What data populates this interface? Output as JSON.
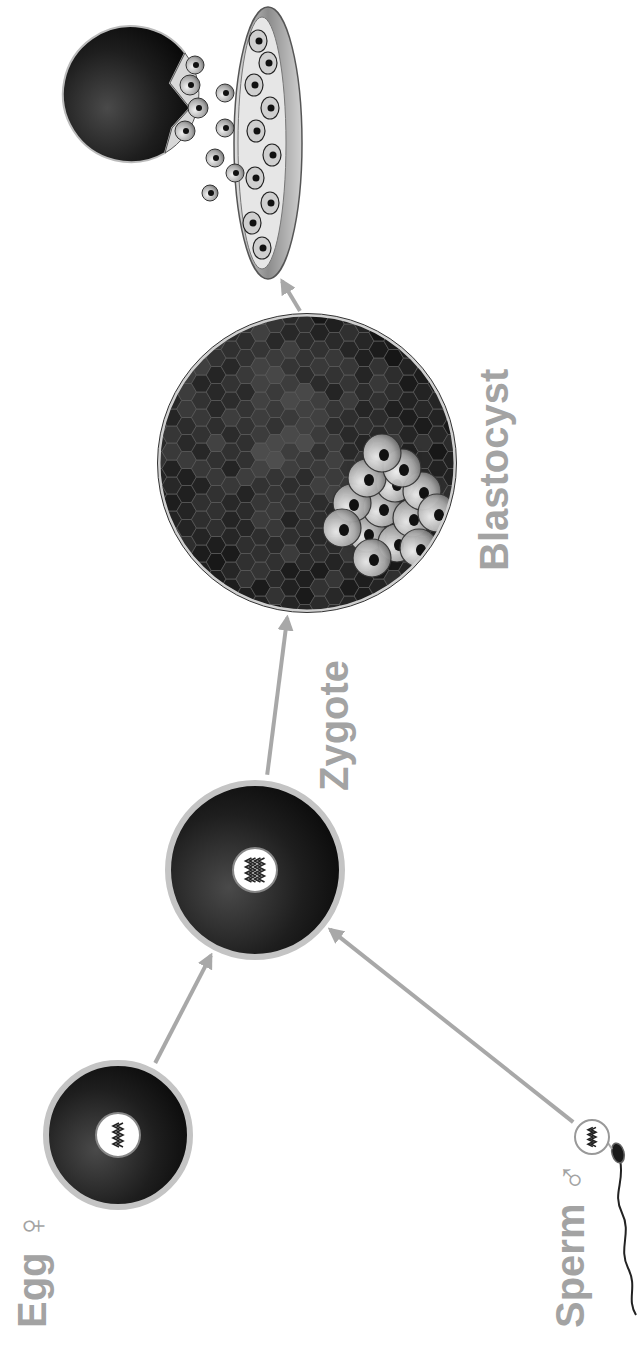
{
  "diagram": {
    "nodes": [
      {
        "text": [
          "Egg ♀"
        ]
      },
      {
        "text": [
          "Sperm ♂"
        ]
      },
      {
        "text": [
          "Zygote"
        ]
      },
      {
        "text": [
          "Blastocyst"
        ]
      }
    ],
    "edges": [
      {
        "from": 0,
        "to": 2,
        "arrow": "to"
      },
      {
        "from": 1,
        "to": 2,
        "arrow": "to"
      },
      {
        "from": 2,
        "to": 3,
        "arrow": "to"
      }
    ]
  }
}
